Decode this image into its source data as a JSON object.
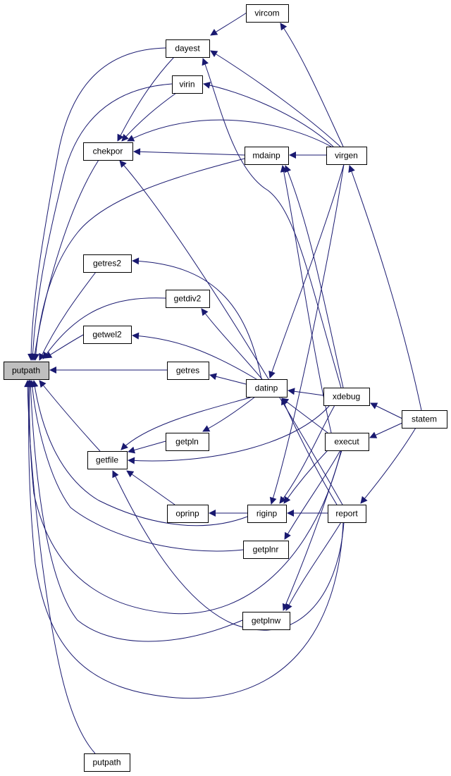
{
  "diagram": {
    "type": "call-graph",
    "colors": {
      "edge": "#191970",
      "node_border": "#000000",
      "node_fill": "#ffffff",
      "current_node_fill": "#bfbfbf"
    },
    "nodes": [
      {
        "id": "putpath_main",
        "label": "putpath",
        "current": true
      },
      {
        "id": "vircom",
        "label": "vircom"
      },
      {
        "id": "dayest",
        "label": "dayest"
      },
      {
        "id": "virin",
        "label": "virin"
      },
      {
        "id": "chekpor",
        "label": "chekpor"
      },
      {
        "id": "mdainp",
        "label": "mdainp"
      },
      {
        "id": "virgen",
        "label": "virgen"
      },
      {
        "id": "getres2",
        "label": "getres2"
      },
      {
        "id": "getdiv2",
        "label": "getdiv2"
      },
      {
        "id": "getwel2",
        "label": "getwel2"
      },
      {
        "id": "getres",
        "label": "getres"
      },
      {
        "id": "datinp",
        "label": "datinp"
      },
      {
        "id": "xdebug",
        "label": "xdebug"
      },
      {
        "id": "statem",
        "label": "statem"
      },
      {
        "id": "getpln",
        "label": "getpln"
      },
      {
        "id": "execut",
        "label": "execut"
      },
      {
        "id": "getfile",
        "label": "getfile"
      },
      {
        "id": "oprinp",
        "label": "oprinp"
      },
      {
        "id": "riginp",
        "label": "riginp"
      },
      {
        "id": "report",
        "label": "report"
      },
      {
        "id": "getplnr",
        "label": "getplnr"
      },
      {
        "id": "getplnw",
        "label": "getplnw"
      },
      {
        "id": "putpath_bottom",
        "label": "putpath"
      }
    ],
    "edges": [
      [
        "virgen",
        "vircom"
      ],
      [
        "vircom",
        "dayest"
      ],
      [
        "virgen",
        "dayest"
      ],
      [
        "xdebug",
        "dayest"
      ],
      [
        "virgen",
        "virin"
      ],
      [
        "virin",
        "chekpor"
      ],
      [
        "dayest",
        "chekpor"
      ],
      [
        "mdainp",
        "chekpor"
      ],
      [
        "virgen",
        "chekpor"
      ],
      [
        "report",
        "chekpor"
      ],
      [
        "virgen",
        "mdainp"
      ],
      [
        "execut",
        "mdainp"
      ],
      [
        "xdebug",
        "mdainp"
      ],
      [
        "statem",
        "virgen"
      ],
      [
        "datinp",
        "getres2"
      ],
      [
        "datinp",
        "getdiv2"
      ],
      [
        "datinp",
        "getwel2"
      ],
      [
        "datinp",
        "getres"
      ],
      [
        "virgen",
        "datinp"
      ],
      [
        "xdebug",
        "datinp"
      ],
      [
        "execut",
        "datinp"
      ],
      [
        "report",
        "datinp"
      ],
      [
        "statem",
        "xdebug"
      ],
      [
        "statem",
        "execut"
      ],
      [
        "datinp",
        "getpln"
      ],
      [
        "datinp",
        "getfile"
      ],
      [
        "getpln",
        "getfile"
      ],
      [
        "oprinp",
        "getfile"
      ],
      [
        "xdebug",
        "getfile"
      ],
      [
        "report",
        "getfile"
      ],
      [
        "riginp",
        "oprinp"
      ],
      [
        "report",
        "riginp"
      ],
      [
        "virgen",
        "riginp"
      ],
      [
        "xdebug",
        "riginp"
      ],
      [
        "execut",
        "riginp"
      ],
      [
        "statem",
        "report"
      ],
      [
        "execut",
        "getplnr"
      ],
      [
        "execut",
        "getplnw"
      ],
      [
        "report",
        "getplnw"
      ],
      [
        "dayest",
        "putpath_main"
      ],
      [
        "virin",
        "putpath_main"
      ],
      [
        "chekpor",
        "putpath_main"
      ],
      [
        "mdainp",
        "putpath_main"
      ],
      [
        "getres2",
        "putpath_main"
      ],
      [
        "getdiv2",
        "putpath_main"
      ],
      [
        "getwel2",
        "putpath_main"
      ],
      [
        "getres",
        "putpath_main"
      ],
      [
        "getfile",
        "putpath_main"
      ],
      [
        "riginp",
        "putpath_main"
      ],
      [
        "getplnr",
        "putpath_main"
      ],
      [
        "getplnw",
        "putpath_main"
      ],
      [
        "execut",
        "putpath_main"
      ],
      [
        "report",
        "putpath_main"
      ],
      [
        "putpath_bottom",
        "putpath_main"
      ]
    ]
  }
}
